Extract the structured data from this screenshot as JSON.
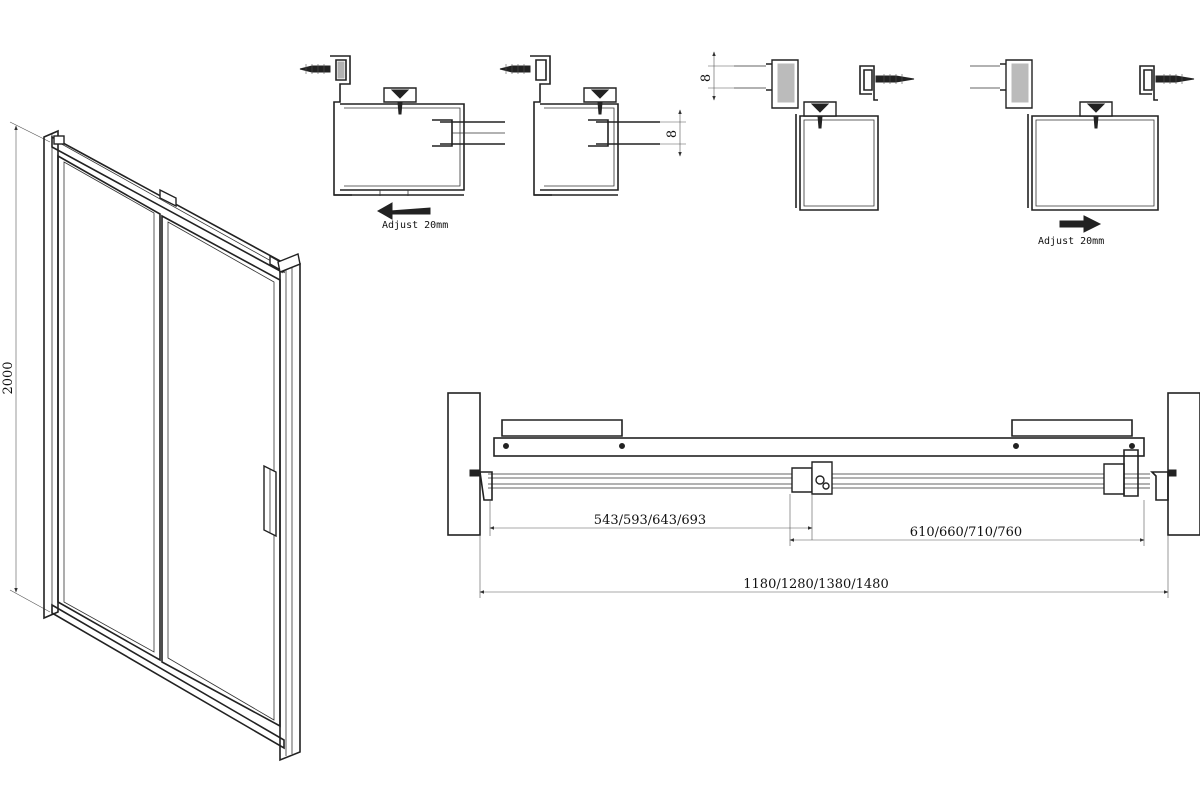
{
  "dimensions": {
    "height": "2000",
    "left_width": "543/593/643/693",
    "right_width": "610/660/710/760",
    "overall_width": "1180/1280/1380/1480",
    "glass_gap_left": "8",
    "glass_gap_right": "8"
  },
  "annotations": {
    "adjust_left": "Adjust 20mm",
    "adjust_right": "Adjust 20mm"
  }
}
